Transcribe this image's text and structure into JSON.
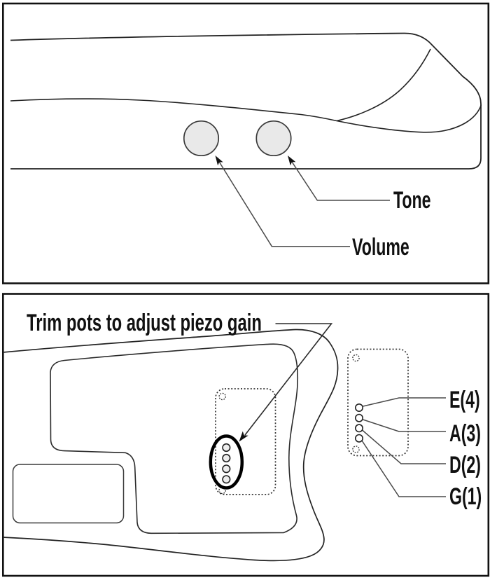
{
  "figure": {
    "panel_side_view": {
      "knob_labels": {
        "tone": "Tone",
        "volume": "Volume"
      }
    },
    "panel_back_view": {
      "annotation": "Trim pots to adjust piezo gain",
      "string_labels": [
        {
          "name": "string-e",
          "label": "E(4)"
        },
        {
          "name": "string-a",
          "label": "A(3)"
        },
        {
          "name": "string-d",
          "label": "D(2)"
        },
        {
          "name": "string-g",
          "label": "G(1)"
        }
      ]
    }
  },
  "colors": {
    "background": "#ffffff",
    "outline": "#222222",
    "panel_border": "#111111",
    "knob_fill": "#e9e9e9",
    "leader_line": "#4a4a4a",
    "text": "#111111"
  }
}
